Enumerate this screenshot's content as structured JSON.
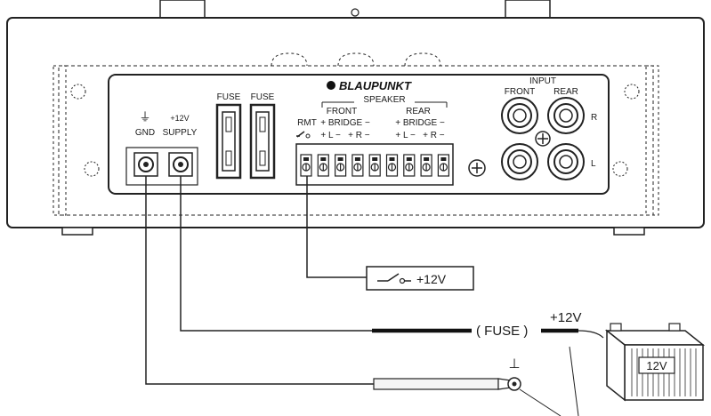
{
  "brand": "BLAUPUNKT",
  "power": {
    "gnd_label": "GND",
    "plus12v_label": "+12V",
    "supply_label": "SUPPLY"
  },
  "fuses": {
    "fuse1_label": "FUSE",
    "fuse2_label": "FUSE"
  },
  "speaker": {
    "title": "SPEAKER",
    "front_label": "FRONT",
    "rear_label": "REAR",
    "rmt_label": "RMT",
    "front_bridge": "+ BRIDGE −",
    "rear_bridge": "+ BRIDGE −",
    "front_lr": "+ L −   + R −",
    "rear_lr": "+ L −   + R −"
  },
  "input": {
    "title": "INPUT",
    "front_label": "FRONT",
    "rear_label": "REAR",
    "r_label": "R",
    "l_label": "L"
  },
  "wiring": {
    "remote_label": "+12V",
    "fuse_label": "( FUSE )",
    "battery_plus_label": "+12V",
    "battery_label": "12V",
    "ground_symbol": "⊥"
  }
}
